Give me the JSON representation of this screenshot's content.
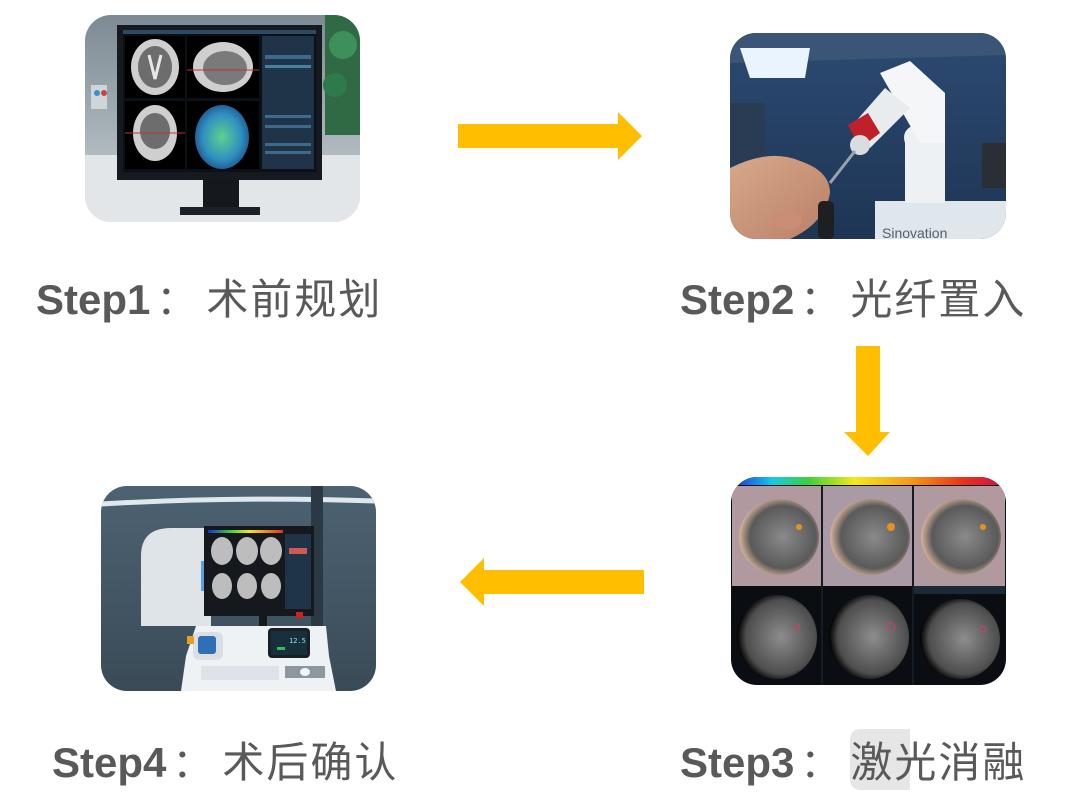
{
  "colors": {
    "arrow": "#FFBE00",
    "label_text": "#595959",
    "background": "#FFFFFF"
  },
  "steps": [
    {
      "step": "Step1",
      "separator": "：",
      "title": "术前规划",
      "image": "surgical-planning-monitor-mri"
    },
    {
      "step": "Step2",
      "separator": "：",
      "title": "光纤置入",
      "image": "robot-arm-fiber-insertion",
      "image_caption": "Sinovation"
    },
    {
      "step": "Step3",
      "separator": "：",
      "title": "激光消融",
      "image": "mri-thermometry-ablation"
    },
    {
      "step": "Step4",
      "separator": "：",
      "title": "术后确认",
      "image": "postoperative-confirmation-console",
      "display_value": "12.5"
    }
  ],
  "arrows": [
    {
      "from": "Step1",
      "to": "Step2",
      "direction": "right"
    },
    {
      "from": "Step2",
      "to": "Step3",
      "direction": "down"
    },
    {
      "from": "Step3",
      "to": "Step4",
      "direction": "left"
    }
  ]
}
